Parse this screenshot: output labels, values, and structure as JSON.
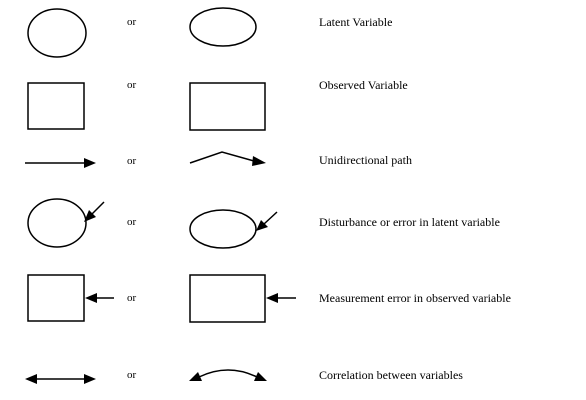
{
  "legend": {
    "rows": [
      {
        "id": "latent",
        "alternative_word": "or",
        "label": "Latent Variable"
      },
      {
        "id": "observed",
        "alternative_word": "or",
        "label": "Observed Variable"
      },
      {
        "id": "path",
        "alternative_word": "or",
        "label": "Unidirectional path"
      },
      {
        "id": "disturbance",
        "alternative_word": "or",
        "label": "Disturbance or error in latent variable"
      },
      {
        "id": "measurement",
        "alternative_word": "or",
        "label": "Measurement error in observed variable"
      },
      {
        "id": "correlation",
        "alternative_word": "or",
        "label": "Correlation between variables"
      }
    ]
  },
  "colors": {
    "stroke": "#000000",
    "background": "#ffffff"
  }
}
